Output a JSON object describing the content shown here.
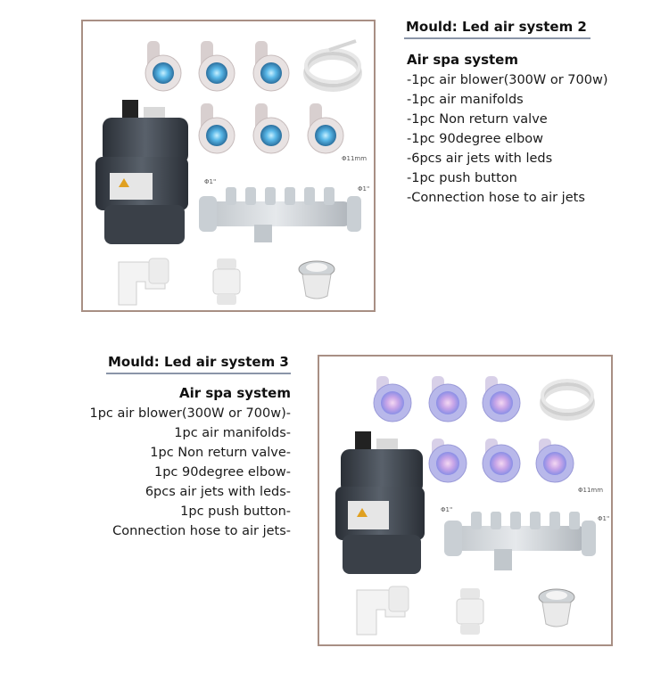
{
  "section1": {
    "mould_heading": "Mould: Led air system 2",
    "spec_title": "Air spa  system",
    "items": [
      "-1pc air blower(300W or 700w)",
      "-1pc air manifolds",
      "-1pc Non return valve",
      "-1pc 90degree elbow",
      "-6pcs  air jets with leds",
      "-1pc push button",
      "-Connection hose to air jets"
    ],
    "photo_labels": {
      "manifold_port": "Φ1\"",
      "manifold_port_2": "Φ1\"",
      "manifold_jet": "Φ11mm"
    }
  },
  "section2": {
    "mould_heading": "Mould: Led air system 3",
    "spec_title": "Air spa system",
    "items": [
      "1pc air blower(300W or 700w)-",
      "1pc air manifolds-",
      "1pc Non return valve-",
      "1pc 90degree elbow-",
      "6pcs  air jets with leds-",
      "1pc push button-",
      "Connection hose to air jets-"
    ],
    "photo_labels": {
      "manifold_port": "Φ1\"",
      "manifold_port_2": "Φ1\"",
      "manifold_jet": "Φ11mm"
    }
  },
  "colors": {
    "frame_border": "#a88f84",
    "rule": "#8a95a8",
    "led_blue_1": "#5ab8e8",
    "led_blue_2": "#8a8ee6"
  }
}
